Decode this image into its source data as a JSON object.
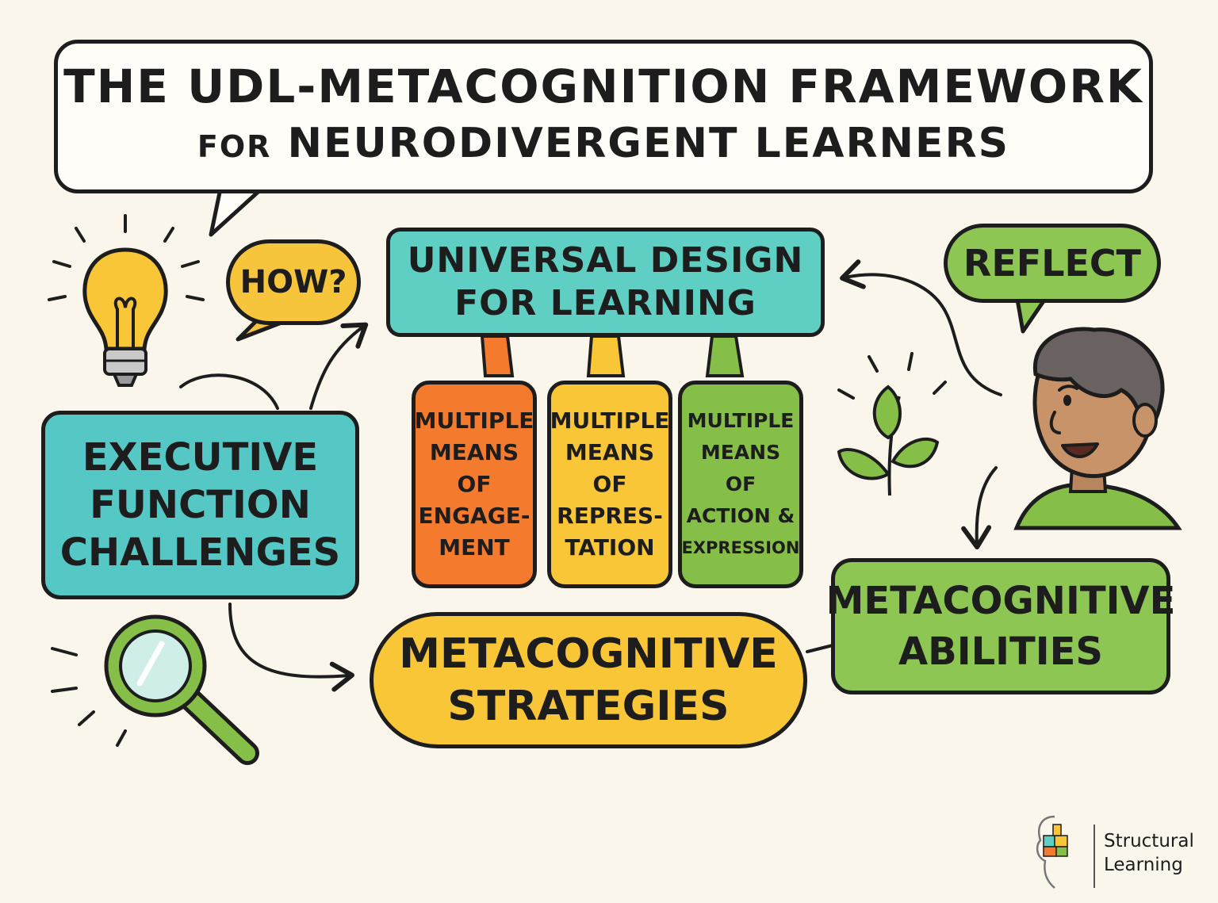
{
  "title": {
    "line1": "THE UDL-METACOGNITION FRAMEWORK",
    "line2_prefix": "FOR",
    "line2_main": "NEURODIVERGENT LEARNERS"
  },
  "bubbles": {
    "how": "HOW?",
    "reflect": "REFLECT"
  },
  "udl": {
    "line1": "UNIVERSAL DESIGN",
    "line2": "FOR LEARNING"
  },
  "executive": {
    "line1": "EXECUTIVE",
    "line2": "FUNCTION",
    "line3": "CHALLENGES"
  },
  "means": [
    {
      "lines": [
        "MULTIPLE",
        "MEANS",
        "OF",
        "ENGAGE-",
        "MENT"
      ],
      "color": "#f47b2e"
    },
    {
      "lines": [
        "MULTIPLE",
        "MEANS",
        "OF",
        "REPRES-",
        "TATION"
      ],
      "color": "#f8c637"
    },
    {
      "lines": [
        "MULTIPLE",
        "MEANS",
        "OF",
        "ACTION &",
        "EXPRESSION"
      ],
      "color": "#86bf48"
    }
  ],
  "strategies": {
    "line1": "METACOGNITIVE",
    "line2": "STRATEGIES"
  },
  "abilities": {
    "line1": "METACOGNITIVE",
    "line2": "ABILITIES"
  },
  "logo": {
    "line1": "Structural",
    "line2": "Learning"
  },
  "icons": [
    "lightbulb-icon",
    "magnifying-glass-icon",
    "sprout-icon",
    "learner-avatar",
    "brain-logo-icon"
  ],
  "colors": {
    "background": "#fbf6ec",
    "teal": "#5fcfc3",
    "orange": "#f47b2e",
    "yellow": "#f8c637",
    "green": "#8dc653",
    "ink": "#1d1d1d"
  }
}
